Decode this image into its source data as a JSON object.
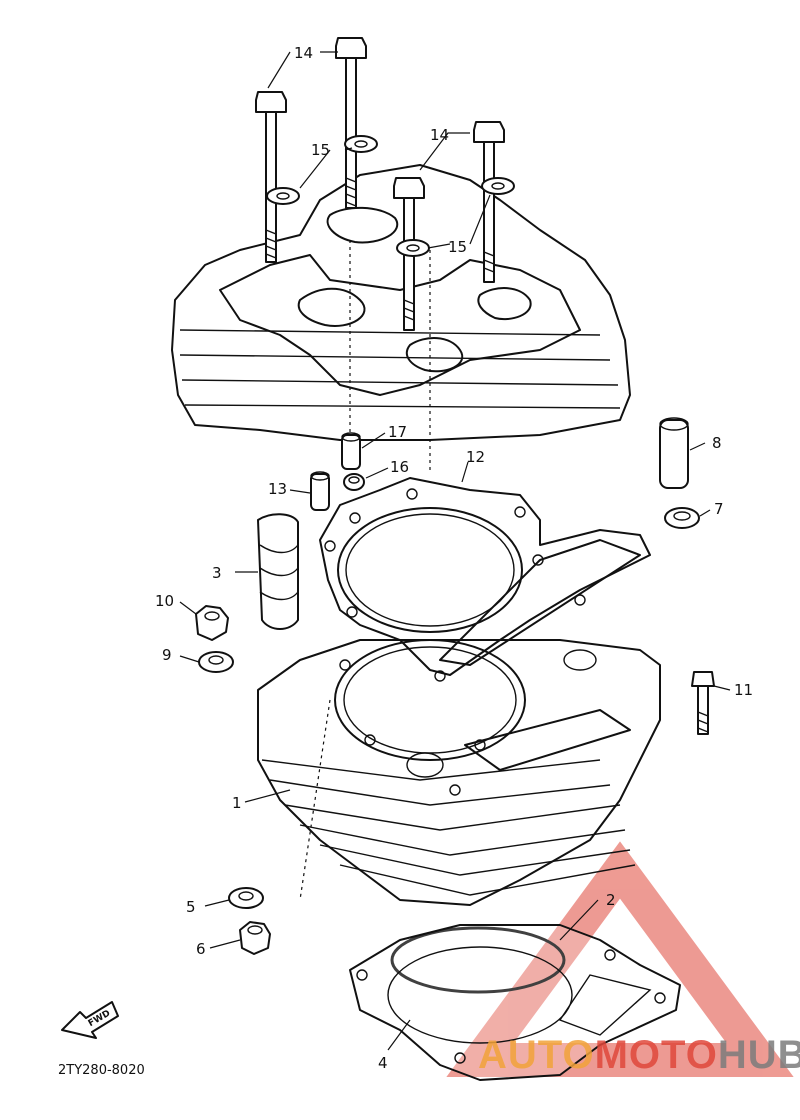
{
  "callouts": {
    "c1": "1",
    "c2": "2",
    "c3": "3",
    "c4": "4",
    "c5": "5",
    "c6": "6",
    "c7": "7",
    "c8": "8",
    "c9": "9",
    "c10": "10",
    "c11": "11",
    "c12": "12",
    "c13": "13",
    "c14a": "14",
    "c14b": "14",
    "c15a": "15",
    "c15b": "15",
    "c16": "16",
    "c17": "17"
  },
  "fwd_label": "FWD",
  "part_number": "2TY280-8020",
  "watermark": {
    "part1": "AUTO",
    "part2": "MOTO",
    "part3": "HUB",
    "colors": {
      "orange": "#f2a33a",
      "red": "#e0483b",
      "gray": "#7c7c7c"
    }
  }
}
